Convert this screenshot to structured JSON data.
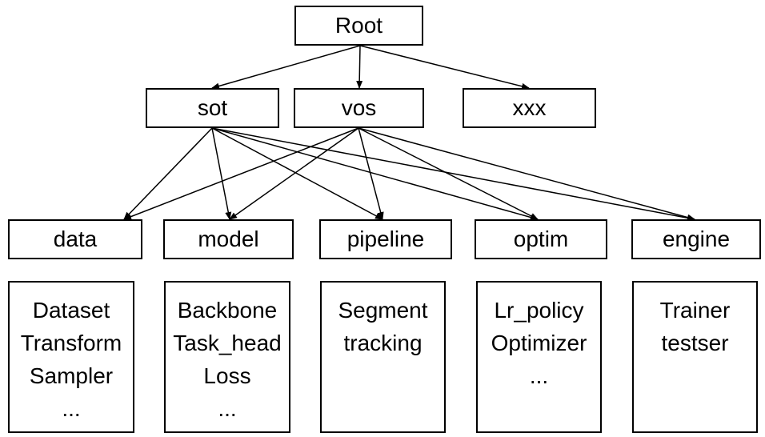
{
  "root": {
    "label": "Root"
  },
  "level2": [
    {
      "id": "sot",
      "label": "sot"
    },
    {
      "id": "vos",
      "label": "vos"
    },
    {
      "id": "xxx",
      "label": "xxx"
    }
  ],
  "modules": [
    {
      "id": "data",
      "label": "data",
      "items": [
        "Dataset",
        "Transform",
        "Sampler",
        "..."
      ]
    },
    {
      "id": "model",
      "label": "model",
      "items": [
        "Backbone",
        "Task_head",
        "Loss",
        "..."
      ]
    },
    {
      "id": "pipeline",
      "label": "pipeline",
      "items": [
        "Segment",
        "tracking"
      ]
    },
    {
      "id": "optim",
      "label": "optim",
      "items": [
        "Lr_policy",
        "Optimizer",
        "..."
      ]
    },
    {
      "id": "engine",
      "label": "engine",
      "items": [
        "Trainer",
        "testser"
      ]
    }
  ],
  "edges": [
    [
      "root",
      "sot"
    ],
    [
      "root",
      "vos"
    ],
    [
      "root",
      "xxx"
    ],
    [
      "sot",
      "data"
    ],
    [
      "sot",
      "model"
    ],
    [
      "sot",
      "pipeline"
    ],
    [
      "sot",
      "optim"
    ],
    [
      "sot",
      "engine"
    ],
    [
      "vos",
      "data"
    ],
    [
      "vos",
      "model"
    ],
    [
      "vos",
      "pipeline"
    ],
    [
      "vos",
      "optim"
    ],
    [
      "vos",
      "engine"
    ]
  ],
  "colors": {
    "stroke": "#000000",
    "background": "#ffffff"
  }
}
